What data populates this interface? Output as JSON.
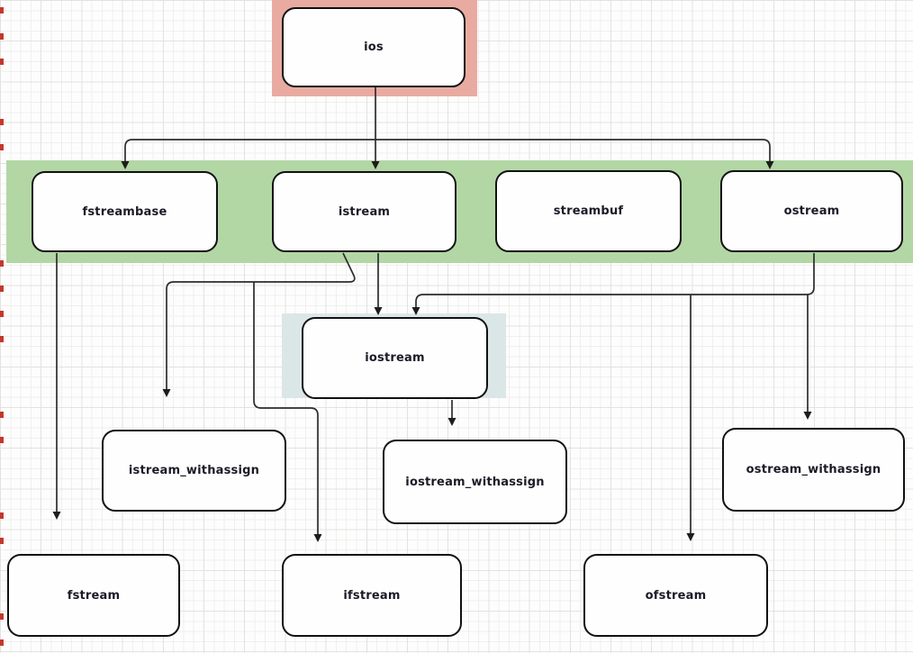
{
  "diagram": {
    "description": "C++ stream class inheritance hierarchy",
    "nodes": [
      {
        "id": "ios",
        "label": "ios"
      },
      {
        "id": "fstreambase",
        "label": "fstreambase"
      },
      {
        "id": "istream",
        "label": "istream"
      },
      {
        "id": "streambuf",
        "label": "streambuf"
      },
      {
        "id": "ostream",
        "label": "ostream"
      },
      {
        "id": "iostream",
        "label": "iostream"
      },
      {
        "id": "istream_withassign",
        "label": "istream_withassign"
      },
      {
        "id": "iostream_withassign",
        "label": "iostream_withassign"
      },
      {
        "id": "ostream_withassign",
        "label": "ostream_withassign"
      },
      {
        "id": "fstream",
        "label": "fstream"
      },
      {
        "id": "ifstream",
        "label": "ifstream"
      },
      {
        "id": "ofstream",
        "label": "ofstream"
      }
    ],
    "edges": [
      {
        "from": "ios",
        "to": "fstreambase"
      },
      {
        "from": "ios",
        "to": "istream"
      },
      {
        "from": "ios",
        "to": "ostream"
      },
      {
        "from": "istream",
        "to": "iostream"
      },
      {
        "from": "ostream",
        "to": "iostream"
      },
      {
        "from": "istream",
        "to": "istream_withassign"
      },
      {
        "from": "istream",
        "to": "ifstream"
      },
      {
        "from": "iostream",
        "to": "iostream_withassign"
      },
      {
        "from": "ostream",
        "to": "ostream_withassign"
      },
      {
        "from": "ostream",
        "to": "ofstream"
      },
      {
        "from": "fstreambase",
        "to": "fstream"
      }
    ],
    "colors": {
      "ios_highlight": "#e9aba1",
      "row_highlight": "#b3d6a5",
      "iostream_highlight": "#dbe6e7",
      "node_fill": "#fefefe",
      "node_border": "#111111",
      "wire": "#2d2d2d",
      "edge_tick": "#c4372c"
    }
  }
}
